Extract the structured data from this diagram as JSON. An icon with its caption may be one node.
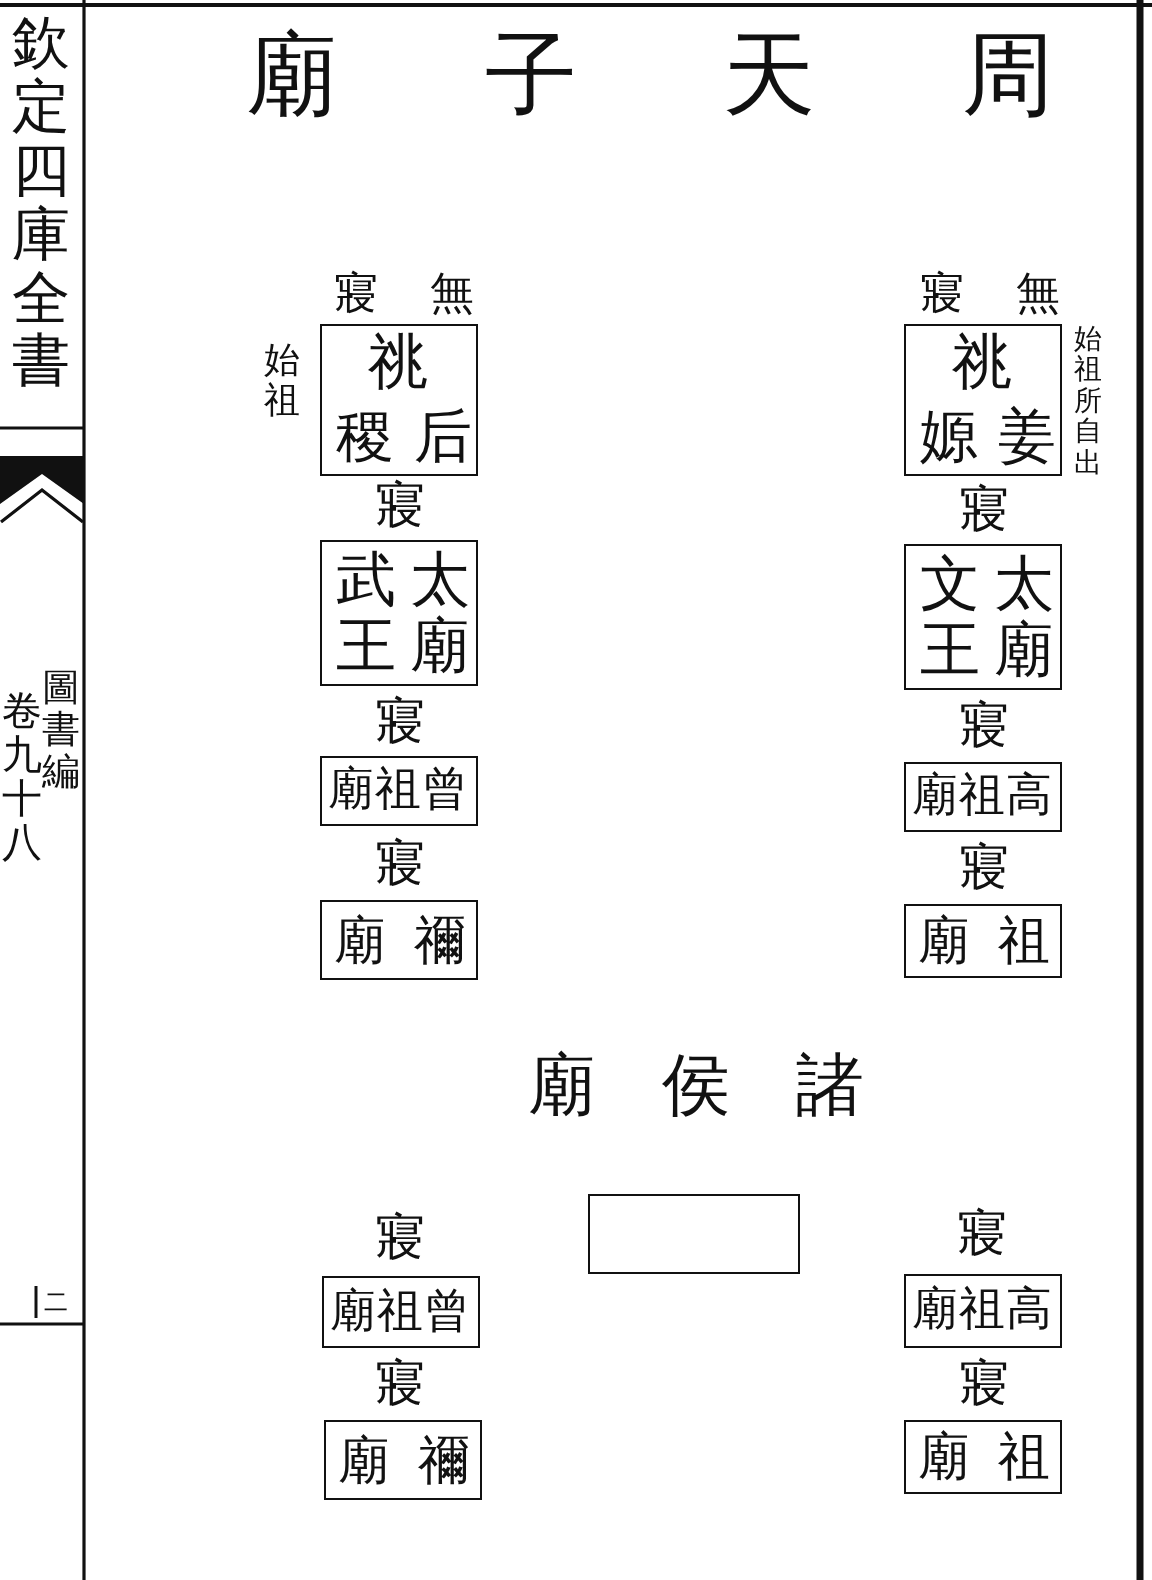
{
  "diagram": {
    "title": "廟子天周",
    "nodes": [
      {
        "text": [
          "祧",
          "稷后"
        ],
        "beside": [
          "寢無",
          "始祖"
        ]
      },
      {
        "text": [
          "祧",
          "嫄姜"
        ],
        "beside": [
          "寢無",
          "始祖所自出"
        ]
      },
      {
        "text": [
          "武王",
          "太廟"
        ],
        "beside": [
          "寢"
        ]
      },
      {
        "text": [
          "文王",
          "太廟"
        ],
        "beside": [
          "寢"
        ]
      },
      {
        "text": [
          "廟祖曾"
        ],
        "beside": [
          "寢"
        ]
      },
      {
        "text": [
          "廟祖高"
        ],
        "beside": [
          "寢"
        ]
      },
      {
        "text": [
          "廟禰"
        ],
        "beside": [
          "寢"
        ]
      },
      {
        "text": [
          "廟祖"
        ],
        "beside": [
          "寢"
        ]
      },
      {
        "text": [],
        "shape": "box"
      },
      {
        "text": [
          "廟祖曾"
        ],
        "beside": [
          "寢"
        ]
      },
      {
        "text": [
          "廟祖高"
        ],
        "beside": [
          "寢"
        ]
      },
      {
        "text": [
          "廟禰"
        ],
        "beside": [
          "寢"
        ]
      },
      {
        "text": [
          "廟祖"
        ],
        "beside": [
          "寢"
        ]
      }
    ],
    "labels": [
      "欽定四庫全書",
      "卷九十八",
      "圖書編",
      "二",
      "廟侯諸"
    ]
  }
}
